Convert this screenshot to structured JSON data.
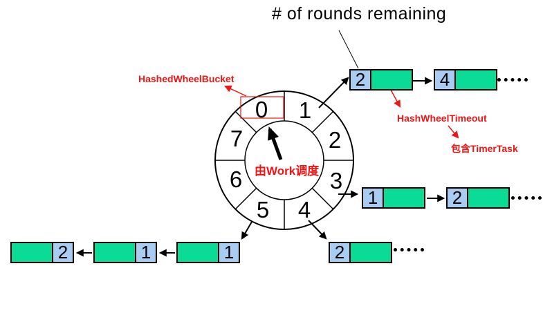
{
  "title": "# of rounds remaining",
  "annotations": {
    "hashed_wheel_bucket": "HashedWheelBucket",
    "hash_wheel_timeout": "HashWheelTimeout",
    "contains_timer_task": "包含TimerTask",
    "scheduled_by_worker": "由Work调度"
  },
  "colors": {
    "annotation_red": "#F01414",
    "node_rounds_bg": "#A9CCF2",
    "node_task_bg": "#0ADB97",
    "line_black": "#000000"
  },
  "wheel": {
    "buckets": [
      "0",
      "1",
      "2",
      "3",
      "4",
      "5",
      "6",
      "7"
    ],
    "highlighted_bucket": "0"
  },
  "chains": {
    "top_right": {
      "from_bucket": "1",
      "nodes": [
        {
          "rounds": "2"
        },
        {
          "rounds": "4"
        }
      ],
      "continues": true
    },
    "middle_right": {
      "from_bucket": "3",
      "nodes": [
        {
          "rounds": "1"
        },
        {
          "rounds": "2"
        }
      ],
      "continues": true
    },
    "bottom_middle": {
      "from_bucket": "4",
      "nodes": [
        {
          "rounds": "2"
        }
      ],
      "continues": true
    },
    "bottom_left": {
      "from_bucket": "5",
      "nodes": [
        {
          "rounds": "1"
        },
        {
          "rounds": "1"
        },
        {
          "rounds": "2"
        }
      ],
      "continues": false
    }
  }
}
